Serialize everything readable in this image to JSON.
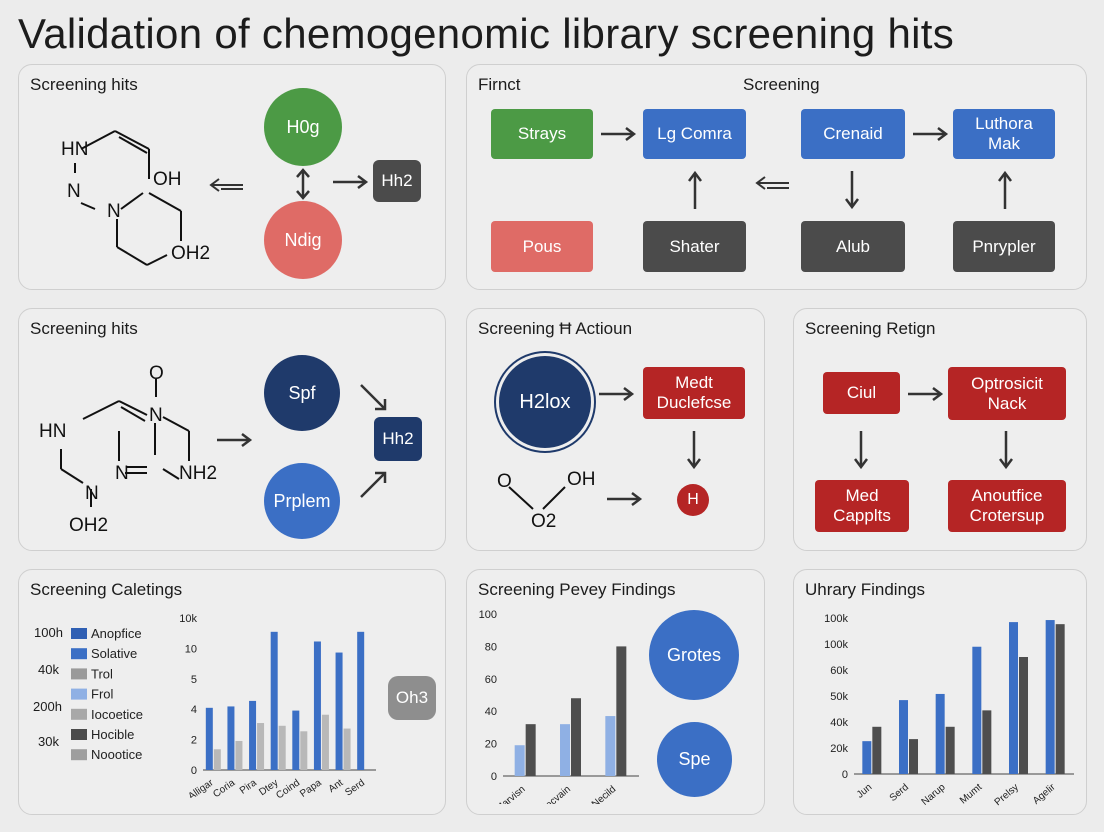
{
  "title": "Validation of chemogenomic library screening hits",
  "panel1": {
    "title": "Screening hits",
    "molecule": [
      "HN",
      "N",
      "N",
      "OH",
      "OH2"
    ],
    "circle_top": "H0g",
    "circle_bottom": "Ndig",
    "result": "Hh2"
  },
  "panel2": {
    "label_left": "Firnct",
    "label_center": "Screening",
    "boxes": {
      "strays": "Strays",
      "lg_comra": "Lg Comra",
      "crenaid": "Crenaid",
      "luthora": "Luthora Mak",
      "pous": "Pous",
      "shater": "Shater",
      "alub": "Alub",
      "pnrypler": "Pnrypler"
    }
  },
  "panel3": {
    "title": "Screening hits",
    "molecule": [
      "O",
      "HN",
      "N",
      "N",
      "NH2",
      "N",
      "OH2"
    ],
    "circle_top": "Spf",
    "circle_bottom": "Prplem",
    "result": "Hh2"
  },
  "panel4": {
    "title": "Screening Ħ Actioun",
    "circle": "H2lox",
    "box": "Medt Duclefcse",
    "mol": [
      "O",
      "OH",
      "O2"
    ],
    "badge": "H"
  },
  "panel5": {
    "title": "Screening Retign",
    "boxes": {
      "ciul": "Ciul",
      "optrosicit": "Optrosicit Nack",
      "med": "Med Capplts",
      "anoutfice": "Anoutfice Crotersup"
    }
  },
  "panel6": {
    "title": "Screening Caletings",
    "badge": "Oh3",
    "chart_data": {
      "type": "bar",
      "legend_values": [
        "100h",
        "40k",
        "200h",
        "30k"
      ],
      "legend": [
        "Anopfice",
        "Solative",
        "Trol",
        "Frol",
        "Iocoetice",
        "Hocible",
        "Noootice"
      ],
      "yticks": [
        "10k",
        "10",
        "5",
        "4",
        "2",
        "0"
      ],
      "categories": [
        "Alligar",
        "Coria",
        "Pira",
        "Dtey",
        "Coind",
        "Papa",
        "Ant",
        "Serd"
      ],
      "series": [
        {
          "color": "#3b6fc5",
          "values": [
            4.5,
            4.6,
            5,
            10,
            4.3,
            9.3,
            8.5,
            10
          ]
        },
        {
          "color": "#b8b8b8",
          "values": [
            1.5,
            2.1,
            3.4,
            3.2,
            2.8,
            4,
            3,
            0
          ]
        }
      ],
      "ylim": [
        0,
        11
      ]
    }
  },
  "panel7": {
    "title": "Screening Pevey Findings",
    "circle_top": "Grotes",
    "circle_bottom": "Spe",
    "chart_data": {
      "type": "bar",
      "yticks": [
        "100",
        "80",
        "60",
        "40",
        "20",
        "0"
      ],
      "categories": [
        "Milem Marvisn",
        "Necvain",
        "Necild"
      ],
      "series": [
        {
          "color": "#8fb0e4",
          "values": [
            19,
            32,
            37
          ]
        },
        {
          "color": "#4e4e4e",
          "values": [
            32,
            48,
            80
          ]
        }
      ],
      "ylim": [
        0,
        100
      ]
    }
  },
  "panel8": {
    "title": "Uhrary Findings",
    "chart_data": {
      "type": "bar",
      "yticks": [
        "100k",
        "100k",
        "60k",
        "50k",
        "40k",
        "20k",
        "0"
      ],
      "categories": [
        "Jun",
        "Serd",
        "Narup",
        "Mumt",
        "Prelsy",
        "Agelir"
      ],
      "series": [
        {
          "color": "#3b6fc5",
          "values": [
            1.6,
            3.6,
            3.9,
            6.2,
            7.4,
            7.5
          ]
        },
        {
          "color": "#4e4e4e",
          "values": [
            2.3,
            1.7,
            2.3,
            3.1,
            5.7,
            7.3
          ]
        }
      ],
      "ylim": [
        0,
        7.6
      ]
    }
  }
}
